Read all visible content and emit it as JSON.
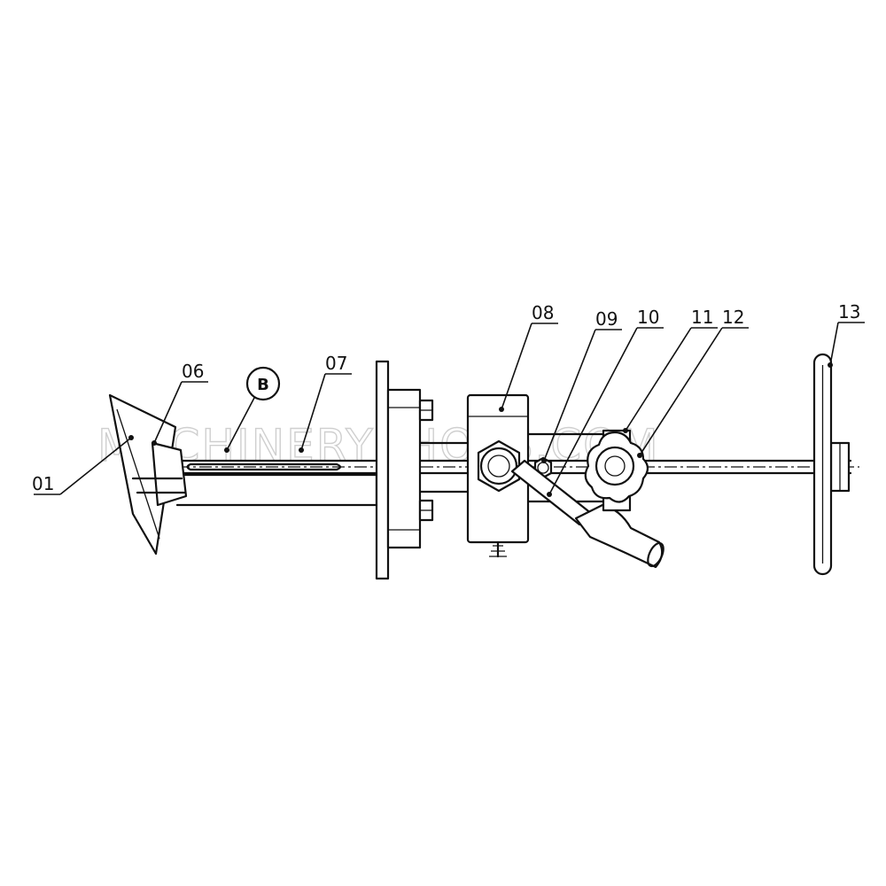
{
  "watermark": "MACHINERYSHOPS.COM",
  "detail_marker": "B",
  "callouts": {
    "p01": "01",
    "p06": "06",
    "p07": "07",
    "p08": "08",
    "p09": "09",
    "p10": "10",
    "p11": "11",
    "p12": "12",
    "p13": "13"
  }
}
